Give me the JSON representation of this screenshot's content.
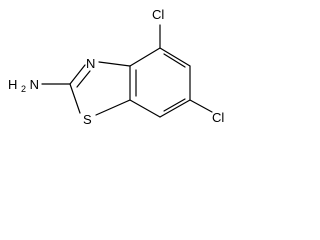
{
  "molecule": {
    "atoms": {
      "cl_top": "Cl",
      "cl_bottom": "Cl",
      "nitrogen": "N",
      "sulfur": "S",
      "amine_h": "H",
      "amine_sub": "2",
      "amine_n": "N"
    }
  }
}
